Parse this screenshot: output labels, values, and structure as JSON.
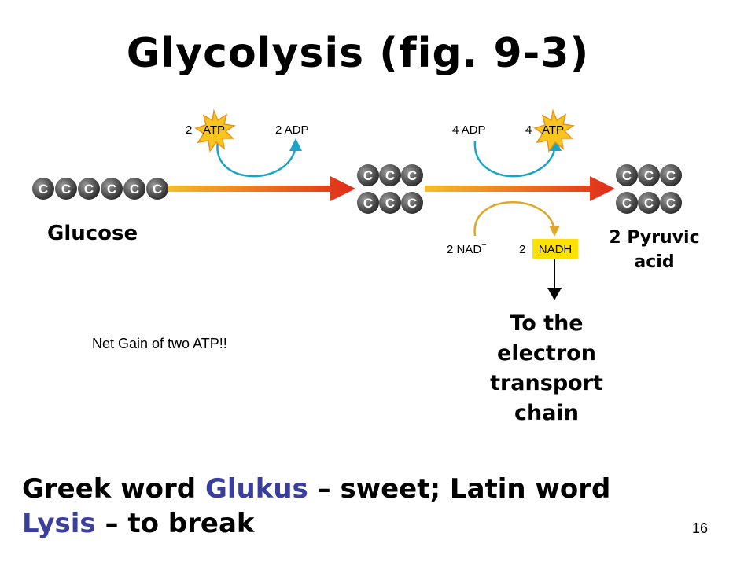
{
  "title": "Glycolysis (fig. 9-3)",
  "glucose_label": "Glucose",
  "carbon_symbol": "C",
  "step1": {
    "atp_count": "2",
    "atp_label": "ATP",
    "adp_label": "2 ADP"
  },
  "step2": {
    "adp_label": "4 ADP",
    "atp_count": "4",
    "atp_label": "ATP",
    "nad_count": "2",
    "nad_label": "NAD",
    "nad_superscript": "+",
    "nadh_count": "2",
    "nadh_label": "NADH"
  },
  "pyruvic_line1": "2 Pyruvic",
  "pyruvic_line2": "acid",
  "etc_lines": [
    "To the",
    "electron",
    "transport",
    "chain"
  ],
  "net_gain": "Net Gain of two ATP!!",
  "bottom": {
    "part1": "Greek word ",
    "greek_word": "Glukus",
    "part2": " – sweet; Latin word",
    "latin_word": "Lysis",
    "part3": " – to break"
  },
  "page_number": "16",
  "colors": {
    "atp_burst": "#f7c51e",
    "atp_burst_edge": "#e8931a",
    "nadh_box": "#ffe100",
    "curve_blue": "#1aa4c8",
    "curve_gold": "#e0a62a",
    "arrow_start": "#f4c02a",
    "arrow_end": "#e02a1a",
    "carbon": "#5a5a5a",
    "highlight_text": "#3a3f9e"
  }
}
